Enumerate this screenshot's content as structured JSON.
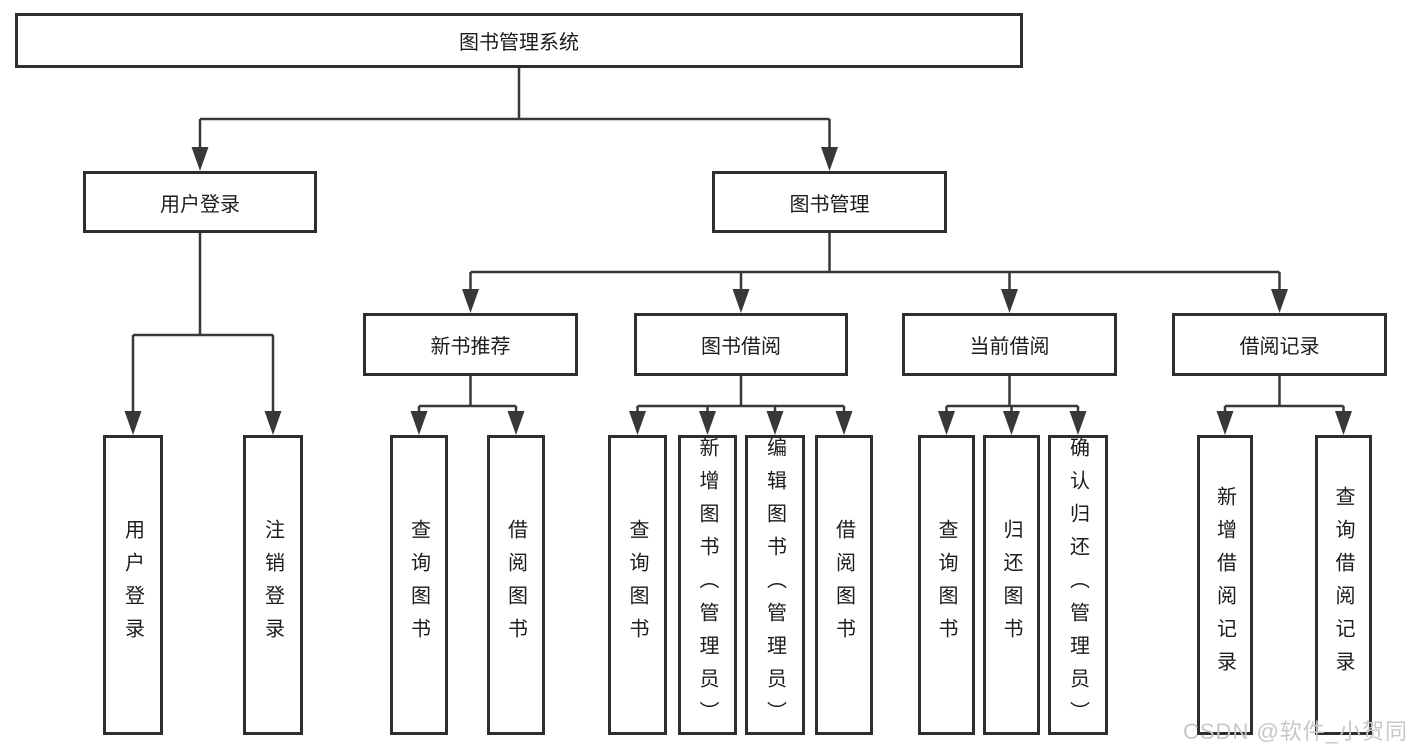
{
  "diagram": {
    "tree": {
      "id": "root",
      "label": "图书管理系统",
      "children": [
        {
          "id": "user-login",
          "label": "用户登录",
          "children": [
            {
              "id": "login",
              "label": "用户登录"
            },
            {
              "id": "logout",
              "label": "注销登录"
            }
          ]
        },
        {
          "id": "book-mgmt",
          "label": "图书管理",
          "children": [
            {
              "id": "new-book",
              "label": "新书推荐",
              "children": [
                {
                  "id": "nb-query",
                  "label": "查询图书"
                },
                {
                  "id": "nb-borrow",
                  "label": "借阅图书"
                }
              ]
            },
            {
              "id": "borrowing",
              "label": "图书借阅",
              "children": [
                {
                  "id": "bb-query",
                  "label": "查询图书"
                },
                {
                  "id": "bb-add",
                  "label": "新增图书（管理员）"
                },
                {
                  "id": "bb-edit",
                  "label": "编辑图书（管理员）"
                },
                {
                  "id": "bb-borrow",
                  "label": "借阅图书"
                }
              ]
            },
            {
              "id": "current",
              "label": "当前借阅",
              "children": [
                {
                  "id": "cb-query",
                  "label": "查询图书"
                },
                {
                  "id": "cb-return",
                  "label": "归还图书"
                },
                {
                  "id": "cb-confirm",
                  "label": "确认归还（管理员）"
                }
              ]
            },
            {
              "id": "records",
              "label": "借阅记录",
              "children": [
                {
                  "id": "rec-add",
                  "label": "新增借阅记录"
                },
                {
                  "id": "rec-query",
                  "label": "查询借阅记录"
                }
              ]
            }
          ]
        }
      ]
    }
  },
  "watermark": {
    "text": "CSDN @软件_小贺同学"
  },
  "colors": {
    "line": "#383838",
    "box_border": "#2e2e2e",
    "text": "#1c1c1c",
    "background": "#ffffff",
    "watermark": "#c7c7c7"
  }
}
